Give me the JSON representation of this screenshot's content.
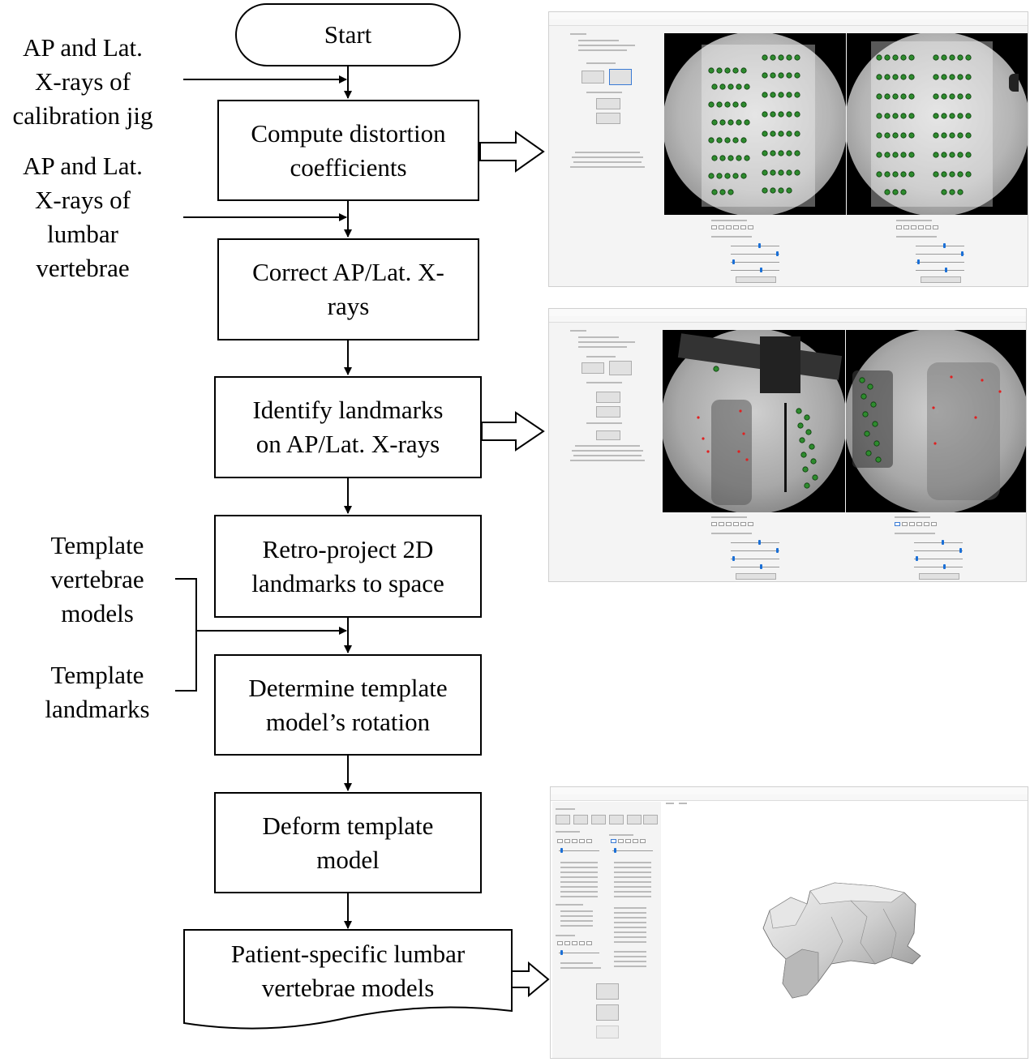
{
  "flowchart": {
    "start": "Start",
    "steps": [
      [
        "Compute distortion",
        "coefficients"
      ],
      [
        "Correct AP/Lat. X-",
        "rays"
      ],
      [
        "Identify landmarks",
        "on AP/Lat. X-rays"
      ],
      [
        "Retro-project 2D",
        "landmarks to space"
      ],
      [
        "Determine template",
        "model’s rotation"
      ],
      [
        "Deform template",
        "model"
      ]
    ],
    "output": [
      "Patient-specific lumbar",
      "vertebrae models"
    ]
  },
  "inputs": {
    "calibration": [
      "AP and Lat.",
      "X-rays of",
      "calibration jig"
    ],
    "lumbar": [
      "AP and Lat.",
      "X-rays of",
      "lumbar",
      "vertebrae"
    ],
    "template_models": [
      "Template",
      "vertebrae",
      "models"
    ],
    "template_landmarks": [
      "Template",
      "landmarks"
    ]
  },
  "colors": {
    "line": "#000000",
    "marker_green": "#2e8b2e",
    "landmark_red": "#e02020",
    "slider_blue": "#1a6fd6"
  }
}
